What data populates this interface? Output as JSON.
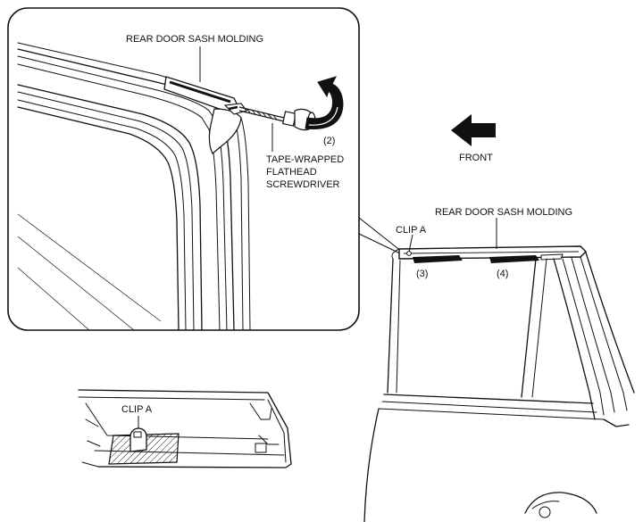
{
  "labels": {
    "detail_molding": "REAR DOOR SASH MOLDING",
    "step_2": "(2)",
    "tool_line1": "TAPE-WRAPPED",
    "tool_line2": "FLATHEAD",
    "tool_line3": "SCREWDRIVER",
    "front": "FRONT",
    "main_molding": "REAR DOOR SASH MOLDING",
    "clip_a_main": "CLIP A",
    "step_3": "(3)",
    "step_4": "(4)",
    "clip_a_inset": "CLIP A"
  },
  "icons": [
    "front-arrow-icon",
    "rotation-arrow-icon",
    "screwdriver-icon",
    "clip-icon"
  ]
}
